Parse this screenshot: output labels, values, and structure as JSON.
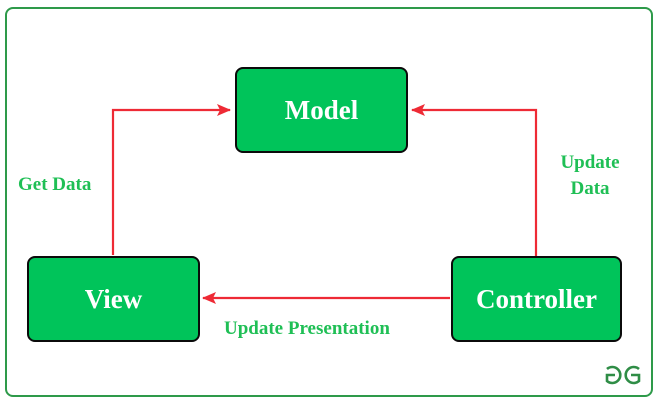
{
  "diagram": {
    "nodes": {
      "model": "Model",
      "view": "View",
      "controller": "Controller"
    },
    "edges": {
      "get_data": "Get Data",
      "update_data_line1": "Update",
      "update_data_line2": "Data",
      "update_presentation": "Update Presentation"
    }
  },
  "colors": {
    "node_fill": "#00c45a",
    "node_border": "#0b0b0b",
    "arrow": "#ee2a35",
    "label_text": "#1fbf55",
    "frame_border": "#2e9a4a"
  },
  "logo": {
    "icon": "gfg-logo-icon",
    "text": "GG"
  }
}
